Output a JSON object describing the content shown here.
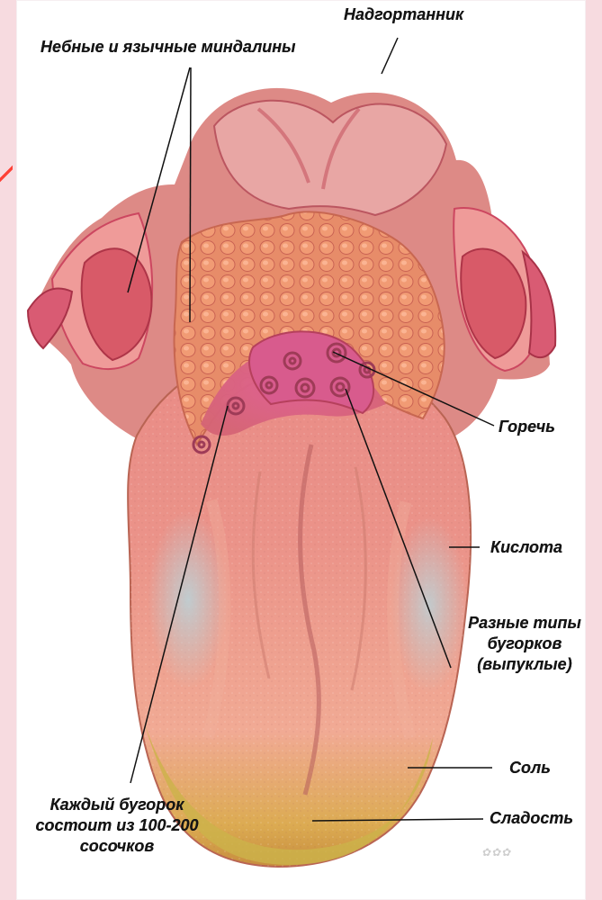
{
  "labels": {
    "epiglottis": "Надгортанник",
    "tonsils": "Небные и язычные миндалины",
    "bitter": "Горечь",
    "sour": "Кислота",
    "papillae_types_line1": "Разные типы",
    "papillae_types_line2": "бугорков",
    "papillae_types_line3": "(выпуклые)",
    "salt": "Соль",
    "each_bump_line1": "Каждый бугорок",
    "each_bump_line2": "состоит из 100-200",
    "each_bump_line3": "сосочков",
    "sweet": "Сладость"
  },
  "colors": {
    "background_side": "#f7dbe0",
    "text": "#151515",
    "tongue_base": "#e98884",
    "tongue_light": "#f2aa98",
    "tongue_dark": "#c94f58",
    "bumps": "#ee8f6f",
    "sweet_zone": "#d6a83a",
    "sour_zone": "#b6d1d7"
  },
  "icons": {
    "diagram": "tongue-anatomy-illustration"
  }
}
